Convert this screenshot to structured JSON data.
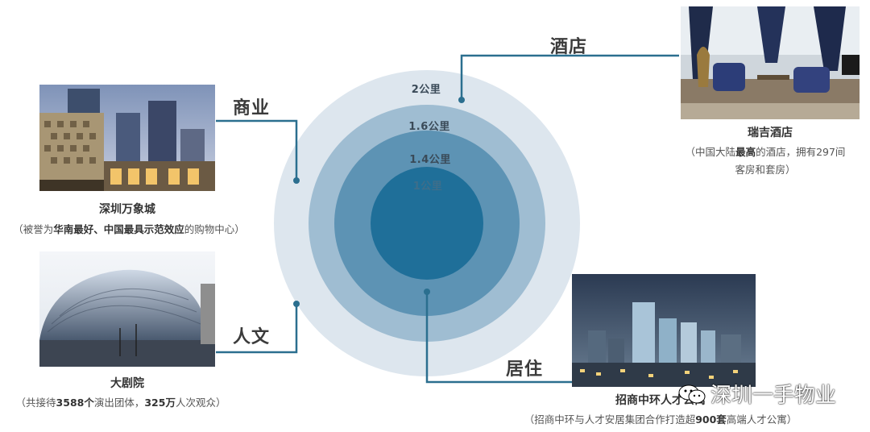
{
  "rings": {
    "r2": "2公里",
    "r16": "1.6公里",
    "r14": "1.4公里",
    "r1": "1公里"
  },
  "categories": {
    "commerce": "商业",
    "hotel": "酒店",
    "culture": "人文",
    "living": "居住"
  },
  "places": {
    "mixc": {
      "name": "深圳万象城",
      "desc_prefix": "（被誉为",
      "desc_bold": "华南最好、中国最具示范效应",
      "desc_suffix": "的购物中心）"
    },
    "regent": {
      "name": "瑞吉酒店",
      "desc_line1_prefix": "（中国大陆",
      "desc_line1_bold": "最高",
      "desc_line1_suffix": "的酒店，拥有297间",
      "desc_line2": "客房和套房）"
    },
    "theatre": {
      "name": "大剧院",
      "desc_prefix": "（共接待",
      "desc_bold1": "3588个",
      "desc_mid": "演出团体，",
      "desc_bold2": "325万",
      "desc_suffix": "人次观众）"
    },
    "cmcentral": {
      "name": "招商中环人才公寓",
      "desc_prefix": "（招商中环与人才安居集团合作打造超",
      "desc_bold": "900套",
      "desc_suffix": "高端人才公寓）"
    }
  },
  "watermark": "深圳一手物业",
  "colors": {
    "ring_outer": "#dde6ee",
    "ring_2": "#9fbdd2",
    "ring_3": "#5d93b4",
    "ring_core": "#1f6f99",
    "connector": "#2b6f8f"
  }
}
